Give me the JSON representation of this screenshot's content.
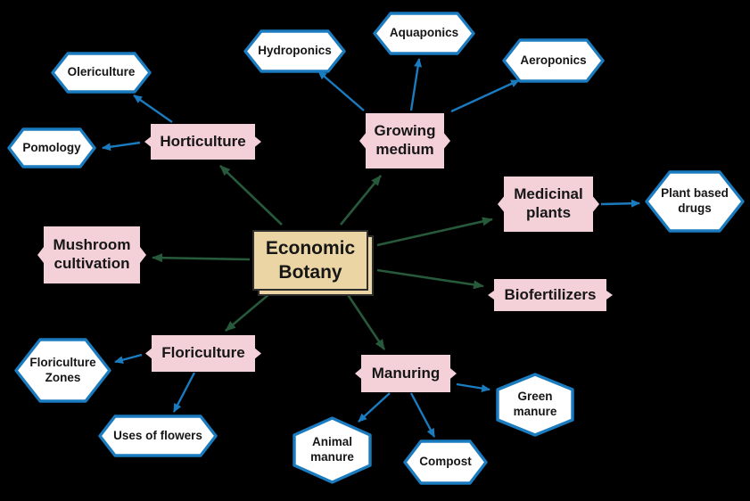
{
  "title": "Economic Botany",
  "palette": {
    "background": "#000000",
    "center_fill": "#EBD5A5",
    "center_border": "#2E2E2E",
    "branch_fill": "#F4D0D9",
    "leaf_fill": "#FFFFFF",
    "leaf_border": "#1B7BBF",
    "blue_connector": "#1B7BBF",
    "green_connector": "#27593B",
    "text": "#161616"
  },
  "center": {
    "label": "Economic Botany"
  },
  "branches": [
    {
      "id": "horticulture",
      "label": "Horticulture",
      "children": [
        {
          "id": "olericulture",
          "label": "Olericulture"
        },
        {
          "id": "pomology",
          "label": "Pomology"
        }
      ]
    },
    {
      "id": "growing_medium",
      "label": "Growing medium",
      "children": [
        {
          "id": "hydroponics",
          "label": "Hydroponics"
        },
        {
          "id": "aquaponics",
          "label": "Aquaponics"
        },
        {
          "id": "aeroponics",
          "label": "Aeroponics"
        }
      ]
    },
    {
      "id": "medicinal_plants",
      "label": "Medicinal plants",
      "children": [
        {
          "id": "plant_based_drugs",
          "label": "Plant based drugs"
        }
      ]
    },
    {
      "id": "biofertilizers",
      "label": "Biofertilizers",
      "children": []
    },
    {
      "id": "manuring",
      "label": "Manuring",
      "children": [
        {
          "id": "animal_manure",
          "label": "Animal manure"
        },
        {
          "id": "compost",
          "label": "Compost"
        },
        {
          "id": "green_manure",
          "label": "Green manure"
        }
      ]
    },
    {
      "id": "floriculture",
      "label": "Floriculture",
      "children": [
        {
          "id": "floriculture_zones",
          "label": "Floriculture Zones"
        },
        {
          "id": "uses_of_flowers",
          "label": "Uses of flowers"
        }
      ]
    },
    {
      "id": "mushroom_cultivation",
      "label": "Mushroom cultivation",
      "children": []
    }
  ]
}
